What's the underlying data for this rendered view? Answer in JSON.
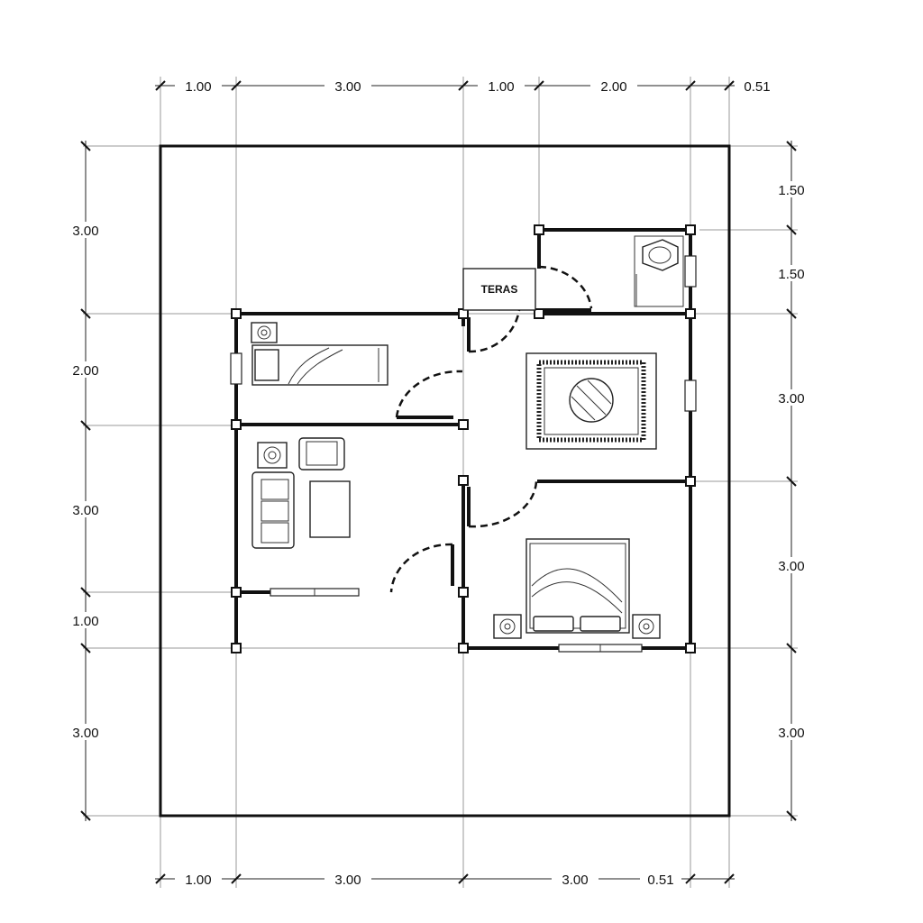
{
  "plan": {
    "top_dimensions": [
      "1.00",
      "3.00",
      "1.00",
      "2.00",
      "0.51"
    ],
    "bottom_dimensions": [
      "1.00",
      "3.00",
      "3.00",
      "0.51"
    ],
    "left_dimensions": [
      "3.00",
      "2.00",
      "3.00",
      "1.00",
      "3.00"
    ],
    "right_dimensions": [
      "1.50",
      "1.50",
      "3.00",
      "3.00",
      "3.00"
    ],
    "room_label": "TERAS"
  }
}
